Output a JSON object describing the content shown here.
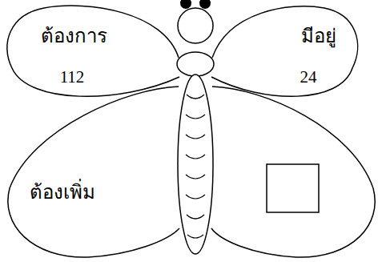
{
  "diagram": {
    "nodes": [
      {
        "text": [
          "ต้องการ",
          "112"
        ]
      },
      {
        "text": [
          "มีอยู่",
          "24"
        ]
      },
      {
        "text": [
          "ต้องเพิ่ม"
        ]
      }
    ]
  }
}
